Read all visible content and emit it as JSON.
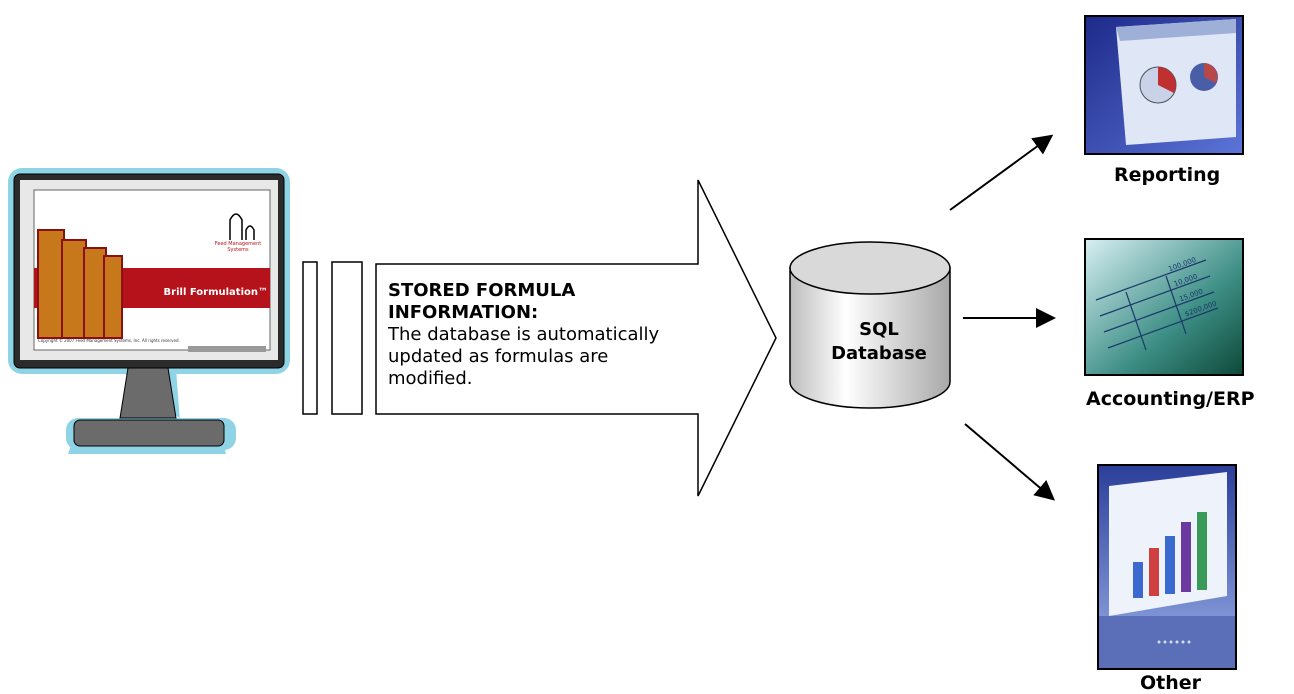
{
  "monitor_screen": {
    "logo_text": "Feed Management Systems",
    "product_title": "Brill Formulation™",
    "copyright": "Copyright © 2007 Feed Management Systems, Inc. All rights reserved."
  },
  "flow_arrow": {
    "heading": "STORED FORMULA INFORMATION:",
    "body": "The database is automatically updated as formulas are modified."
  },
  "database": {
    "label_line1": "SQL",
    "label_line2": "Database"
  },
  "outputs": [
    {
      "label": "Reporting"
    },
    {
      "label": "Accounting/ERP"
    },
    {
      "label": "Other"
    }
  ],
  "spreadsheet_values": [
    "100,000",
    "10,000",
    "15,000",
    "$200,000"
  ],
  "colors": {
    "monitor_glow": "#8fd3e6",
    "screen_band": "#b5121b",
    "line": "#000000"
  }
}
